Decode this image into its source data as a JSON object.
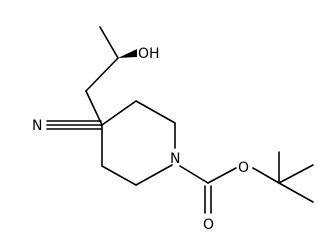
{
  "molecule": {
    "atoms": {
      "hydroxyl": "OH",
      "nitrile_n": "N",
      "ring_n": "N",
      "ester_o": "O",
      "carbonyl_o": "O"
    }
  }
}
